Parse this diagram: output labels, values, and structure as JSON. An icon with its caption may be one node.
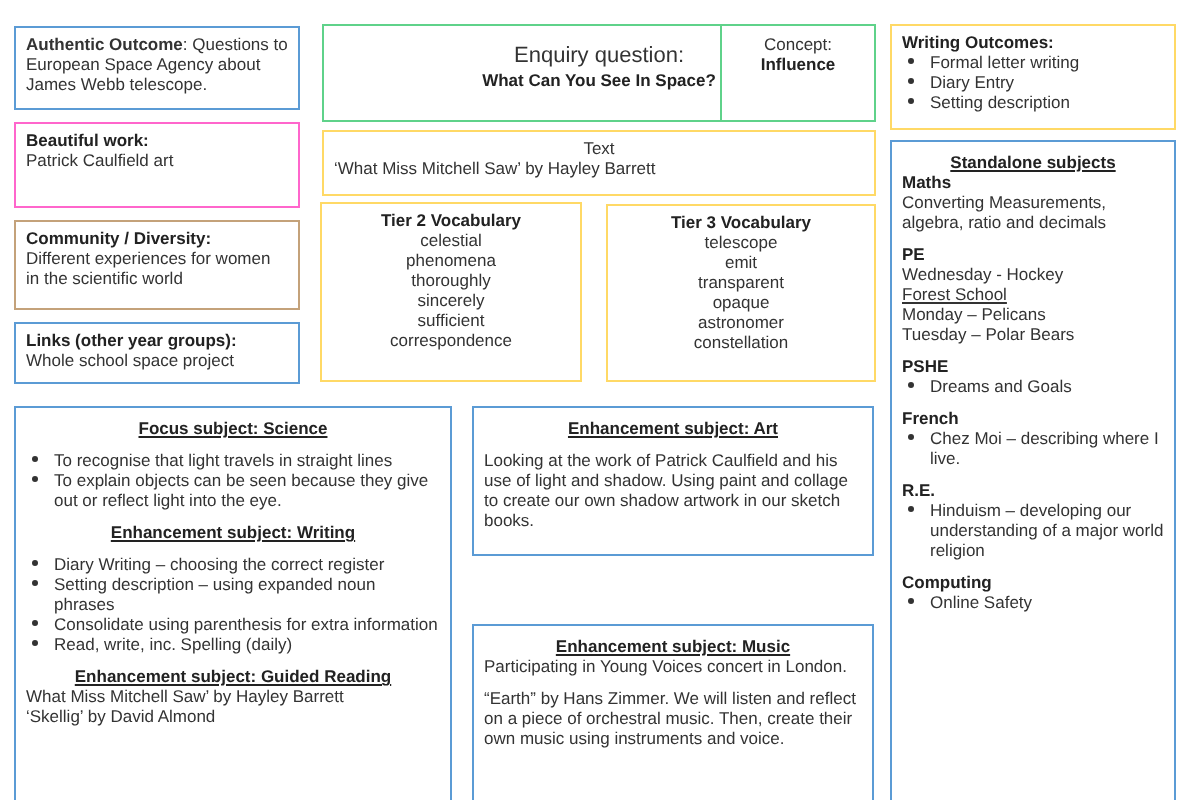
{
  "diagram": {
    "nodes": [
      {
        "text": [
          "**Authentic Outcome**: Questions to European Space Agency about James Webb telescope."
        ]
      },
      {
        "text": [
          "Enquiry question:",
          "What Can You See In Space?"
        ]
      },
      {
        "text": [
          "Concept:",
          "Influence"
        ],
        "in": 1
      },
      {
        "text": [
          "Beautiful work:",
          "Patrick Caulfield art"
        ]
      },
      {
        "text": [
          "Writing Outcomes:",
          "Formal letter writing",
          "Diary Entry",
          "Setting description"
        ]
      },
      {
        "text": [
          "Text",
          "‘What Miss Mitchell Saw’ by Hayley Barrett"
        ]
      },
      {
        "text": [
          "Community / Diversity:",
          "Different experiences for women in the scientific world"
        ]
      },
      {
        "text": [
          "Tier 2 Vocabulary",
          "celestial",
          "phenomena",
          "thoroughly",
          "sincerely",
          "sufficient",
          "correspondence"
        ]
      },
      {
        "text": [
          "Tier 3 Vocabulary",
          "telescope",
          "emit",
          "transparent",
          "opaque",
          "astronomer",
          "constellation"
        ]
      },
      {
        "text": [
          "Links (other year groups):",
          "Whole school space project"
        ]
      },
      {
        "text": [
          "Standalone  subjects",
          "Maths",
          "Converting Measurements, algebra, ratio and decimals",
          "PE",
          "Wednesday - Hockey",
          "Forest School",
          "Monday – Pelicans",
          "Tuesday – Polar Bears",
          "PSHE",
          "Dreams and Goals",
          "French",
          "Chez Moi – describing where I live.",
          "R.E.",
          "Hinduism – developing our understanding of a major world religion",
          "Computing",
          "Online Safety"
        ]
      },
      {
        "text": [
          "Focus subject: Science",
          "To recognise that light travels in straight lines",
          "To explain objects can be seen because they give out or reflect light into the eye.",
          "Enhancement subject:  Writing",
          "Diary Writing – choosing the correct register",
          "Setting description – using expanded noun phrases",
          "Consolidate using parenthesis for extra information",
          "Read, write, inc. Spelling (daily)",
          "Enhancement subject:  Guided Reading",
          "What Miss Mitchell Saw’ by Hayley Barrett",
          "‘Skellig’ by David Almond"
        ]
      },
      {
        "text": [
          "Enhancement subject: Art",
          "Looking at the work of Patrick Caulfield and his use of light and shadow.  Using paint and collage to create our own shadow artwork in our sketch books."
        ]
      },
      {
        "text": [
          "Enhancement subject: Music",
          "Participating in Young Voices concert in London.",
          "“Earth” by Hans Zimmer.  We will listen and reflect on a piece of orchestral music. Then, create their own music using instruments and voice."
        ]
      }
    ]
  }
}
